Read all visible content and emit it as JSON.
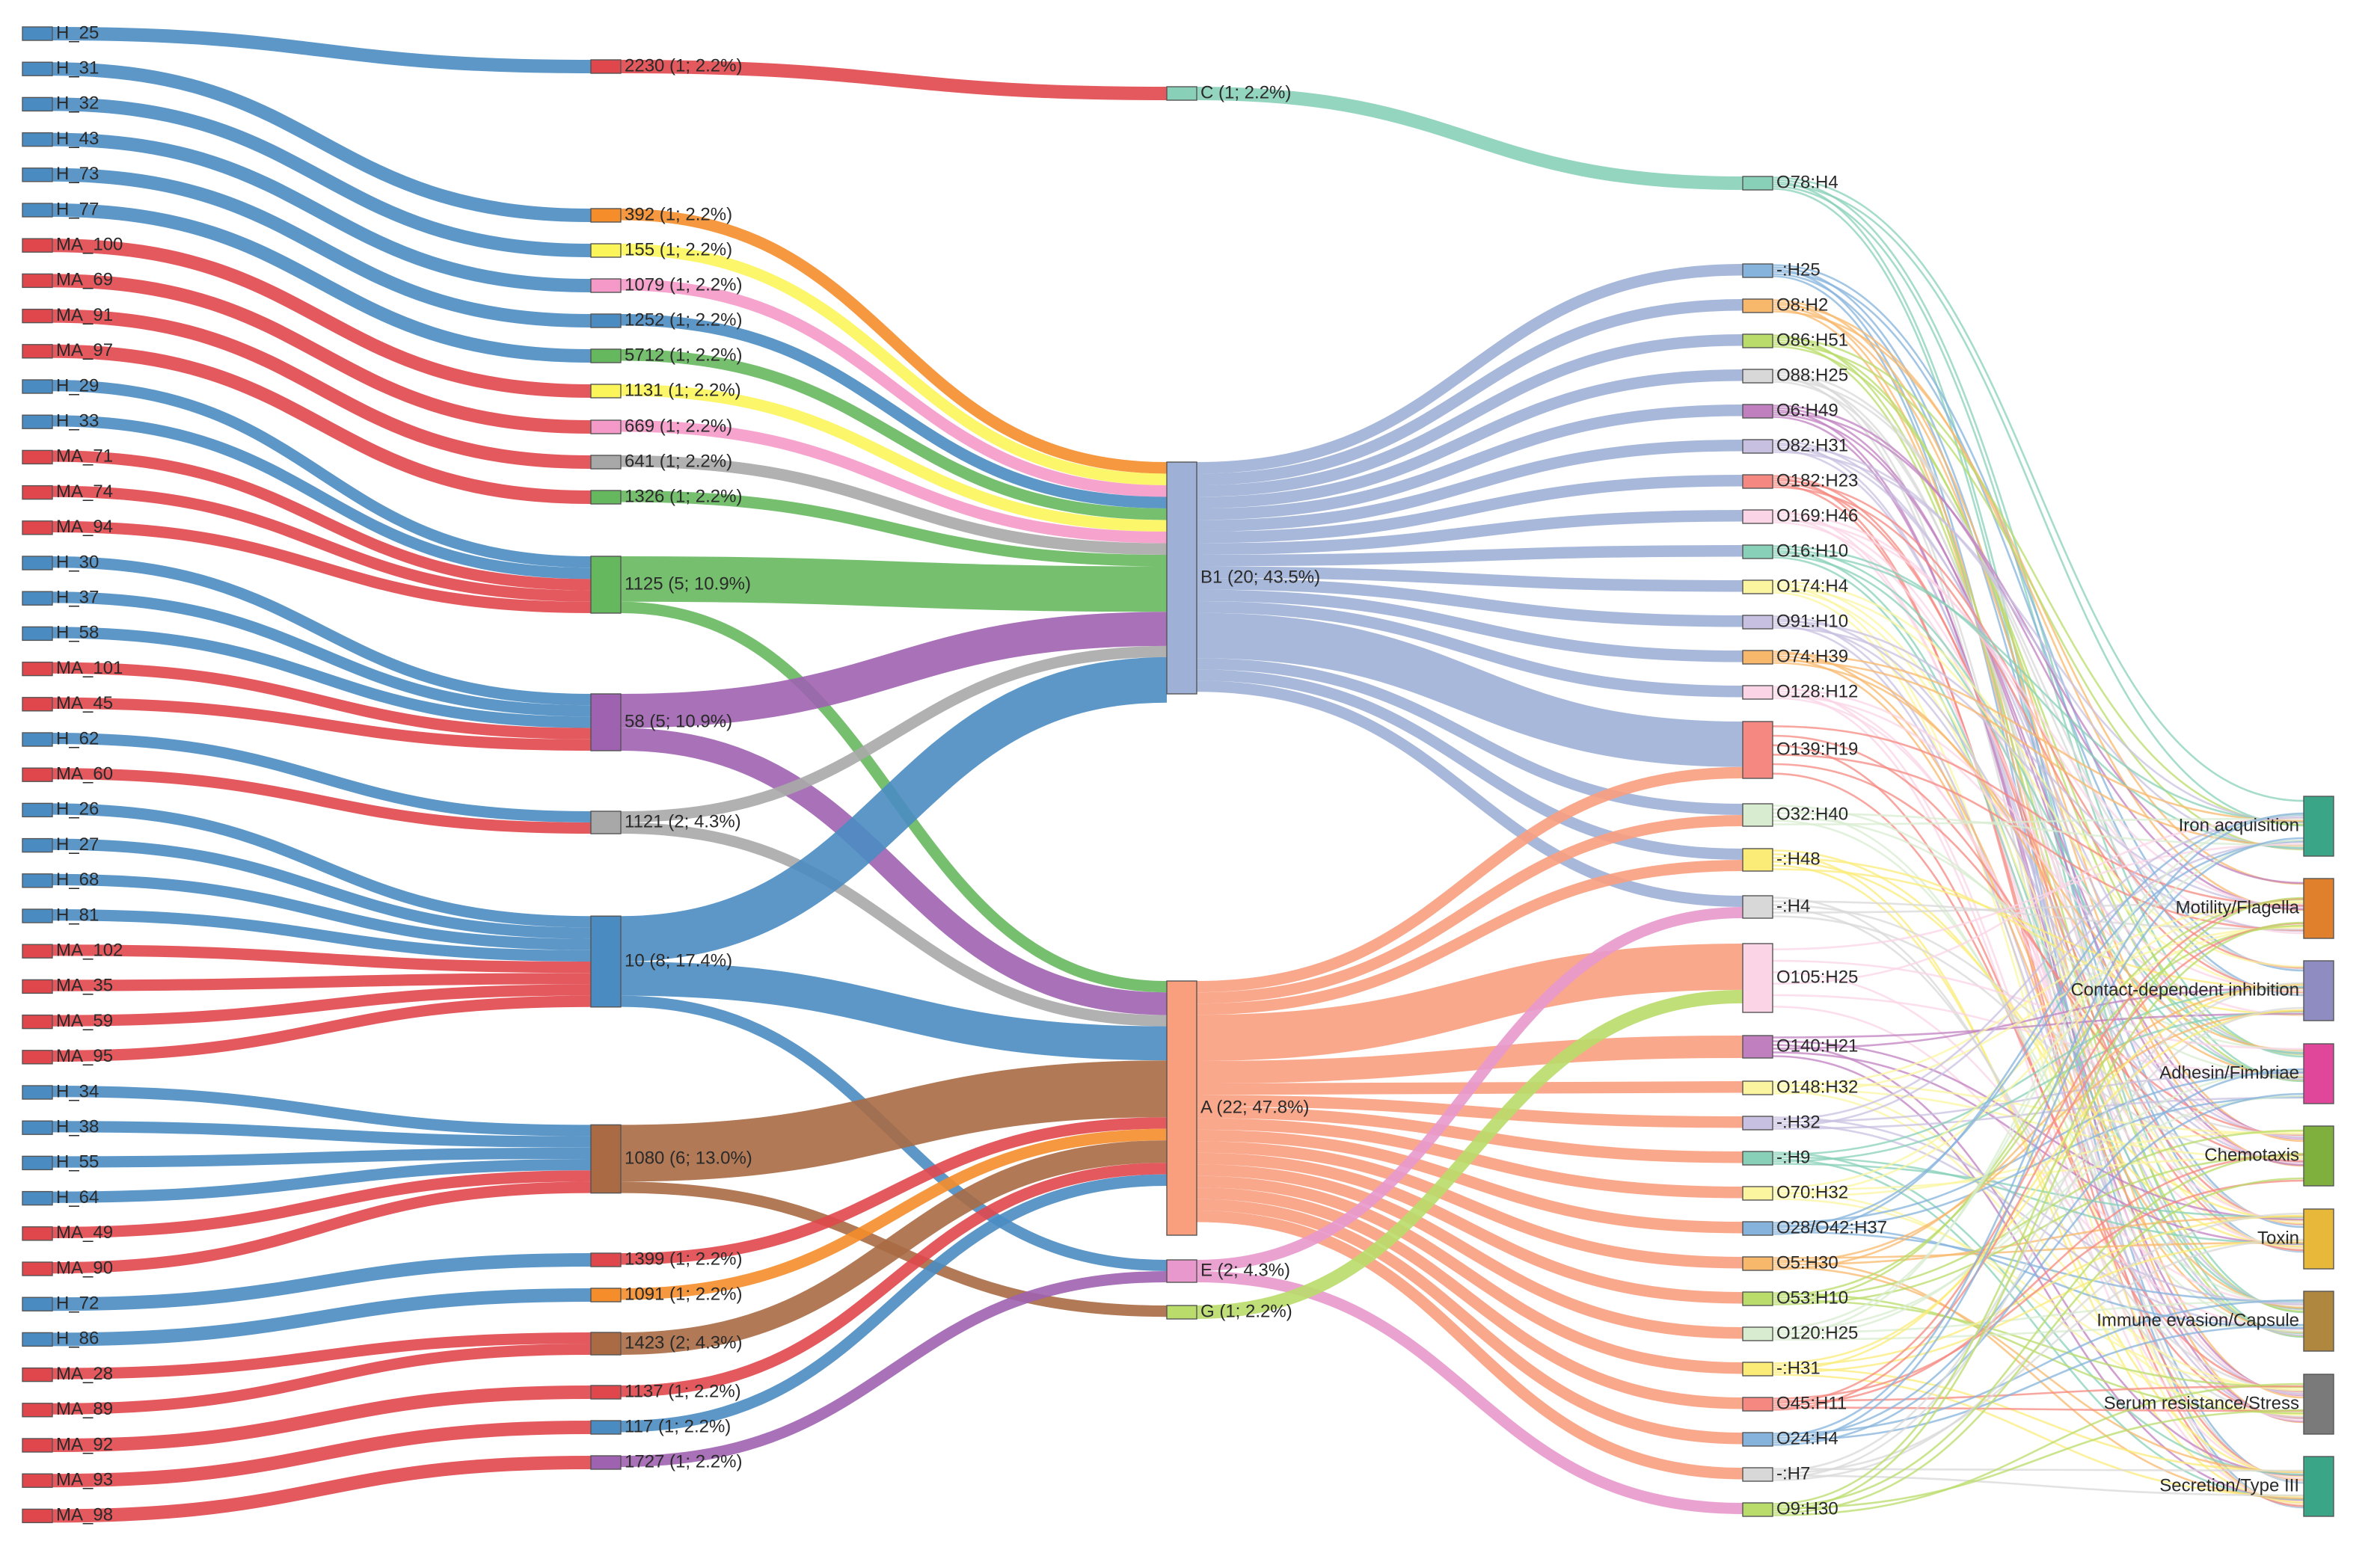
{
  "chart_data": {
    "type": "sankey",
    "title": "",
    "colors": {
      "H": "#4a8cc2",
      "MA": "#e0474c",
      "2230": "#e0474c",
      "392": "#f58d2a",
      "155": "#fbf55a",
      "1079": "#f59ac8",
      "1252": "#4a8cc2",
      "5712": "#66b85f",
      "1131": "#fbf55a",
      "669": "#f59ac8",
      "641": "#a8a8a8",
      "1326": "#66b85f",
      "1125": "#66b85f",
      "58": "#9e62b0",
      "1121": "#a8a8a8",
      "10": "#4a8cc2",
      "1080": "#a96a44",
      "1399": "#e0474c",
      "1091": "#f58d2a",
      "1423": "#a96a44",
      "1137": "#e0474c",
      "117": "#4a8cc2",
      "1727": "#9e62b0",
      "C": "#88d0b8",
      "B1": "#9fb0d6",
      "A": "#f99f7e",
      "E": "#e898cc",
      "G": "#b9dc6a",
      "O78:H4": "#88d0b8",
      "-:H25": "#86b3dc",
      "O8:H2": "#f8b86c",
      "O86:H51": "#b9dc6a",
      "O88:H25": "#d8d8d8",
      "O6:H49": "#c080c0",
      "O82:H31": "#c8c0e0",
      "O182:H23": "#f58880",
      "O169:H46": "#fbd4e6",
      "O16:H10": "#88d0b8",
      "O174:H4": "#fbf5a0",
      "O91:H10": "#c8c0e0",
      "O74:H39": "#f8b86c",
      "O128:H12": "#fbd4e6",
      "O139:H19": "#f58880",
      "O32:H40": "#d8ecd0",
      "-:H48": "#fbec78",
      "-:H4": "#d8d8d8",
      "O105:H25": "#fbd4e6",
      "O140:H21": "#c080c0",
      "O148:H32": "#fbf5a0",
      "-:H32": "#c8c0e0",
      "-:H9": "#88d0b8",
      "O70:H32": "#fbf5a0",
      "O28/O42:H37": "#86b3dc",
      "O5:H30": "#f8b86c",
      "O53:H10": "#b9dc6a",
      "O120:H25": "#d8ecd0",
      "-:H31": "#fbec78",
      "O45:H11": "#f58880",
      "O24:H4": "#86b3dc",
      "-:H7": "#d8d8d8",
      "O9:H30": "#b9dc6a",
      "Iron acquisition": "#3aa687",
      "Motility/Flagella": "#e07f2c",
      "Contact-dependent inhibition": "#8f8cc2",
      "Adhesin/Fimbriae": "#e0479a",
      "Chemotaxis": "#7fb03e",
      "Toxin": "#e8b83a",
      "Immune evasion/Capsule": "#b0873e",
      "Serum resistance/Stress": "#7a7a7a",
      "Secretion/Type III": "#3aa687"
    },
    "columns": [
      [
        "H_25",
        "H_31",
        "H_32",
        "H_43",
        "H_73",
        "H_77",
        "MA_100",
        "MA_69",
        "MA_91",
        "MA_97",
        "H_29",
        "H_33",
        "MA_71",
        "MA_74",
        "MA_94",
        "H_30",
        "H_37",
        "H_58",
        "MA_101",
        "MA_45",
        "H_62",
        "MA_60",
        "H_26",
        "H_27",
        "H_68",
        "H_81",
        "MA_102",
        "MA_35",
        "MA_59",
        "MA_95",
        "H_34",
        "H_38",
        "H_55",
        "H_64",
        "MA_49",
        "MA_90",
        "H_72",
        "H_86",
        "MA_28",
        "MA_89",
        "MA_92",
        "MA_93",
        "MA_98"
      ],
      [
        "2230",
        "392",
        "155",
        "1079",
        "1252",
        "5712",
        "1131",
        "669",
        "641",
        "1326",
        "1125",
        "58",
        "1121",
        "10",
        "1080",
        "1399",
        "1091",
        "1423",
        "1137",
        "117",
        "1727"
      ],
      [
        "C",
        "B1",
        "A",
        "E",
        "G"
      ],
      [
        "O78:H4",
        "-:H25",
        "O8:H2",
        "O86:H51",
        "O88:H25",
        "O6:H49",
        "O82:H31",
        "O182:H23",
        "O169:H46",
        "O16:H10",
        "O174:H4",
        "O91:H10",
        "O74:H39",
        "O128:H12",
        "O139:H19",
        "O32:H40",
        "-:H48",
        "-:H4",
        "O105:H25",
        "O140:H21",
        "O148:H32",
        "-:H32",
        "-:H9",
        "O70:H32",
        "O28/O42:H37",
        "O5:H30",
        "O53:H10",
        "O120:H25",
        "-:H31",
        "O45:H11",
        "O24:H4",
        "-:H7",
        "O9:H30"
      ],
      [
        "Iron acquisition",
        "Motility/Flagella",
        "Contact-dependent inhibition",
        "Adhesin/Fimbriae",
        "Chemotaxis",
        "Toxin",
        "Immune evasion/Capsule",
        "Serum resistance/Stress",
        "Secretion/Type III"
      ]
    ],
    "node_labels": {
      "2230": "2230 (1; 2.2%)",
      "392": "392 (1; 2.2%)",
      "155": "155 (1; 2.2%)",
      "1079": "1079 (1; 2.2%)",
      "1252": "1252 (1; 2.2%)",
      "5712": "5712 (1; 2.2%)",
      "1131": "1131 (1; 2.2%)",
      "669": "669 (1; 2.2%)",
      "641": "641 (1; 2.2%)",
      "1326": "1326 (1; 2.2%)",
      "1125": "1125 (5; 10.9%)",
      "58": "58 (5; 10.9%)",
      "1121": "1121 (2; 4.3%)",
      "10": "10 (8; 17.4%)",
      "1080": "1080 (6; 13.0%)",
      "1399": "1399 (1; 2.2%)",
      "1091": "1091 (1; 2.2%)",
      "1423": "1423 (2; 4.3%)",
      "1137": "1137 (1; 2.2%)",
      "117": "117 (1; 2.2%)",
      "1727": "1727 (1; 2.2%)",
      "C": "C (1; 2.2%)",
      "B1": "B1 (20; 43.5%)",
      "A": "A (22; 47.8%)",
      "E": "E (2; 4.3%)",
      "G": "G (1; 2.2%)"
    },
    "sizes": {
      "O139:H19": 2,
      "O105:H25": 2,
      "1125": 5,
      "58": 5,
      "1121": 2,
      "10": 8,
      "1080": 6,
      "1423": 2,
      "B1": 20,
      "A": 22,
      "E": 2
    },
    "flows": [
      [
        "H_25",
        "2230",
        1
      ],
      [
        "H_31",
        "392",
        1
      ],
      [
        "H_32",
        "155",
        1
      ],
      [
        "H_43",
        "1079",
        1
      ],
      [
        "H_73",
        "1252",
        1
      ],
      [
        "H_77",
        "5712",
        1
      ],
      [
        "MA_100",
        "1131",
        1
      ],
      [
        "MA_69",
        "669",
        1
      ],
      [
        "MA_91",
        "641",
        1
      ],
      [
        "MA_97",
        "1326",
        1
      ],
      [
        "H_29",
        "1125",
        1
      ],
      [
        "H_33",
        "1125",
        1
      ],
      [
        "MA_71",
        "1125",
        1
      ],
      [
        "MA_74",
        "1125",
        1
      ],
      [
        "MA_94",
        "1125",
        1
      ],
      [
        "H_30",
        "58",
        1
      ],
      [
        "H_37",
        "58",
        1
      ],
      [
        "H_58",
        "58",
        1
      ],
      [
        "MA_101",
        "58",
        1
      ],
      [
        "MA_45",
        "58",
        1
      ],
      [
        "H_62",
        "1121",
        1
      ],
      [
        "MA_60",
        "1121",
        1
      ],
      [
        "H_26",
        "10",
        1
      ],
      [
        "H_27",
        "10",
        1
      ],
      [
        "H_68",
        "10",
        1
      ],
      [
        "H_81",
        "10",
        1
      ],
      [
        "MA_102",
        "10",
        1
      ],
      [
        "MA_35",
        "10",
        1
      ],
      [
        "MA_59",
        "10",
        1
      ],
      [
        "MA_95",
        "10",
        1
      ],
      [
        "H_34",
        "1080",
        1
      ],
      [
        "H_38",
        "1080",
        1
      ],
      [
        "H_55",
        "1080",
        1
      ],
      [
        "H_64",
        "1080",
        1
      ],
      [
        "MA_49",
        "1080",
        1
      ],
      [
        "MA_90",
        "1080",
        1
      ],
      [
        "H_72",
        "1399",
        1
      ],
      [
        "H_86",
        "1091",
        1
      ],
      [
        "MA_28",
        "1423",
        1
      ],
      [
        "MA_89",
        "1423",
        1
      ],
      [
        "MA_92",
        "1137",
        1
      ],
      [
        "MA_93",
        "117",
        1
      ],
      [
        "MA_98",
        "1727",
        1
      ],
      [
        "2230",
        "C",
        1
      ],
      [
        "392",
        "B1",
        1
      ],
      [
        "155",
        "B1",
        1
      ],
      [
        "1079",
        "B1",
        1
      ],
      [
        "1252",
        "B1",
        1
      ],
      [
        "5712",
        "B1",
        1
      ],
      [
        "1131",
        "B1",
        1
      ],
      [
        "669",
        "B1",
        1
      ],
      [
        "641",
        "B1",
        1
      ],
      [
        "1326",
        "B1",
        1
      ],
      [
        "1125",
        "B1",
        4
      ],
      [
        "1125",
        "A",
        1
      ],
      [
        "58",
        "B1",
        3
      ],
      [
        "58",
        "A",
        2
      ],
      [
        "1121",
        "B1",
        1
      ],
      [
        "1121",
        "A",
        1
      ],
      [
        "10",
        "B1",
        4
      ],
      [
        "10",
        "A",
        3
      ],
      [
        "10",
        "E",
        1
      ],
      [
        "1080",
        "A",
        5
      ],
      [
        "1080",
        "G",
        1
      ],
      [
        "1399",
        "A",
        1
      ],
      [
        "1091",
        "A",
        1
      ],
      [
        "1423",
        "A",
        2
      ],
      [
        "1137",
        "A",
        1
      ],
      [
        "117",
        "A",
        1
      ],
      [
        "1727",
        "E",
        1
      ],
      [
        "C",
        "O78:H4",
        1
      ],
      [
        "B1",
        "-:H25",
        1
      ],
      [
        "B1",
        "O8:H2",
        1
      ],
      [
        "B1",
        "O86:H51",
        1
      ],
      [
        "B1",
        "O88:H25",
        1
      ],
      [
        "B1",
        "O6:H49",
        1
      ],
      [
        "B1",
        "O82:H31",
        1
      ],
      [
        "B1",
        "O182:H23",
        1
      ],
      [
        "B1",
        "O169:H46",
        1
      ],
      [
        "B1",
        "O16:H10",
        1
      ],
      [
        "B1",
        "O174:H4",
        1
      ],
      [
        "B1",
        "O91:H10",
        1
      ],
      [
        "B1",
        "O74:H39",
        1
      ],
      [
        "B1",
        "O128:H12",
        1
      ],
      [
        "B1",
        "O139:H19",
        4
      ],
      [
        "B1",
        "O32:H40",
        1
      ],
      [
        "B1",
        "-:H48",
        1
      ],
      [
        "B1",
        "-:H4",
        1
      ],
      [
        "A",
        "O139:H19",
        1
      ],
      [
        "A",
        "O32:H40",
        1
      ],
      [
        "A",
        "-:H48",
        1
      ],
      [
        "A",
        "O105:H25",
        4
      ],
      [
        "A",
        "O140:H21",
        2
      ],
      [
        "A",
        "O148:H32",
        1
      ],
      [
        "A",
        "-:H32",
        1
      ],
      [
        "A",
        "-:H9",
        1
      ],
      [
        "A",
        "O70:H32",
        1
      ],
      [
        "A",
        "O28/O42:H37",
        1
      ],
      [
        "A",
        "O5:H30",
        1
      ],
      [
        "A",
        "O53:H10",
        1
      ],
      [
        "A",
        "O120:H25",
        1
      ],
      [
        "A",
        "-:H31",
        1
      ],
      [
        "A",
        "O45:H11",
        1
      ],
      [
        "A",
        "O24:H4",
        1
      ],
      [
        "A",
        "-:H7",
        1
      ],
      [
        "E",
        "-:H4",
        1
      ],
      [
        "E",
        "O9:H30",
        1
      ],
      [
        "G",
        "O105:H25",
        1
      ]
    ]
  }
}
